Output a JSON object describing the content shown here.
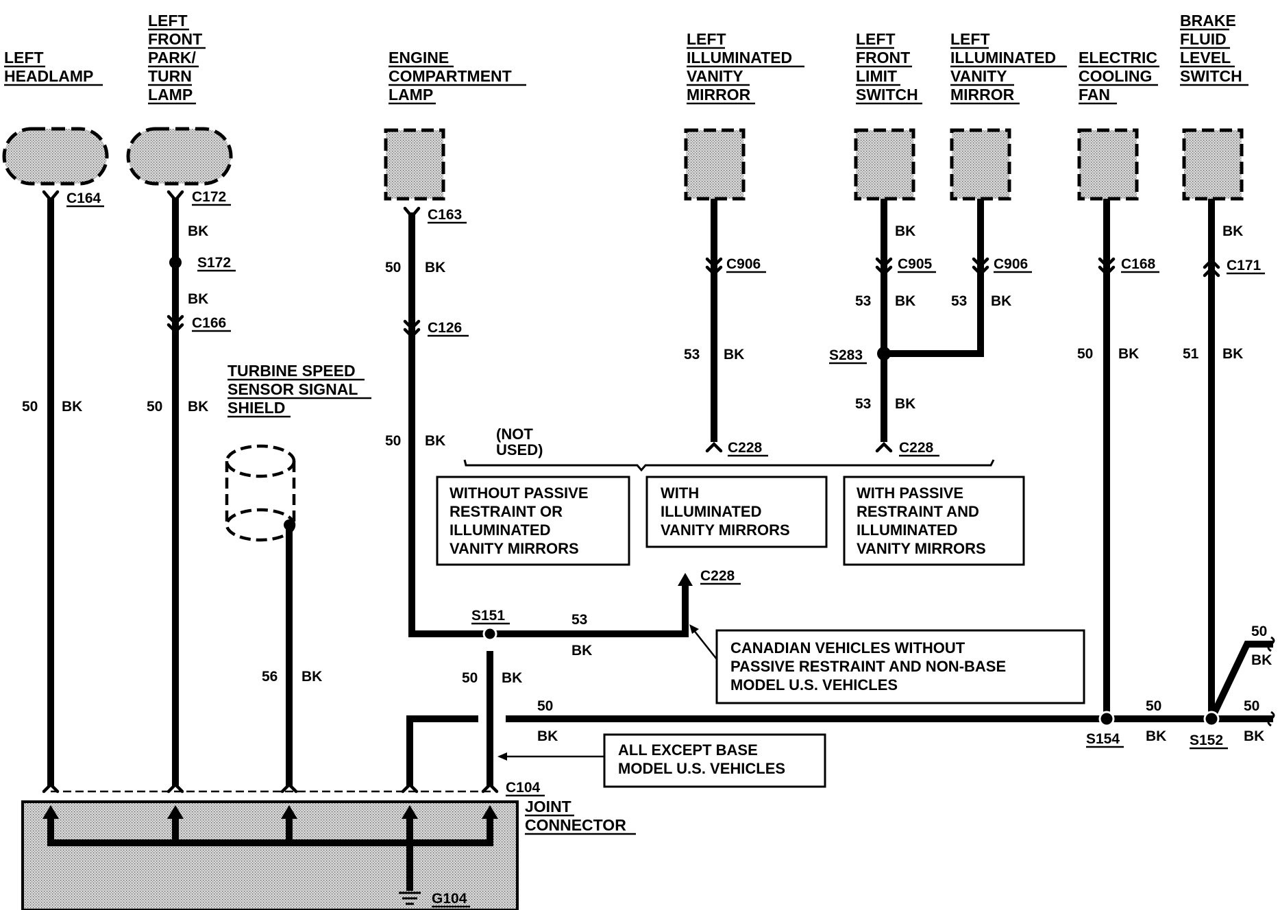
{
  "components": {
    "left_headlamp": [
      "LEFT",
      "HEADLAMP"
    ],
    "left_front_park_turn_lamp": [
      "LEFT",
      "FRONT",
      "PARK/",
      "TURN",
      "LAMP"
    ],
    "engine_compartment_lamp": [
      "ENGINE",
      "COMPARTMENT",
      "LAMP"
    ],
    "left_illuminated_vanity_mirror_1": [
      "LEFT",
      "ILLUMINATED",
      "VANITY",
      "MIRROR"
    ],
    "left_front_limit_switch": [
      "LEFT",
      "FRONT",
      "LIMIT",
      "SWITCH"
    ],
    "left_illuminated_vanity_mirror_2": [
      "LEFT",
      "ILLUMINATED",
      "VANITY",
      "MIRROR"
    ],
    "electric_cooling_fan": [
      "ELECTRIC",
      "COOLING",
      "FAN"
    ],
    "brake_fluid_level_switch": [
      "BRAKE",
      "FLUID",
      "LEVEL",
      "SWITCH"
    ],
    "turbine_speed_sensor_shield": [
      "TURBINE SPEED",
      "SENSOR SIGNAL",
      "SHIELD"
    ],
    "joint_connector": [
      "JOINT",
      "CONNECTOR"
    ]
  },
  "connectors": {
    "c164": "C164",
    "c172": "C172",
    "c166": "C166",
    "c163": "C163",
    "c126": "C126",
    "c906a": "C906",
    "c905": "C905",
    "c906b": "C906",
    "c168": "C168",
    "c171": "C171",
    "c228a": "C228",
    "c228b": "C228",
    "c228c": "C228",
    "c104": "C104",
    "g104": "G104"
  },
  "splices": {
    "s172": "S172",
    "s283": "S283",
    "s151": "S151",
    "s154": "S154",
    "s152": "S152"
  },
  "wires": {
    "bk": "BK",
    "circuit_50": "50",
    "circuit_51": "51",
    "circuit_53": "53",
    "circuit_56": "56"
  },
  "notes": {
    "not_used": [
      "(NOT",
      "USED)"
    ],
    "without_passive": [
      "WITHOUT PASSIVE",
      "RESTRAINT OR",
      "ILLUMINATED",
      "VANITY MIRRORS"
    ],
    "with_illuminated": [
      "WITH",
      "ILLUMINATED",
      "VANITY MIRRORS"
    ],
    "with_passive": [
      "WITH PASSIVE",
      "RESTRAINT AND",
      "ILLUMINATED",
      "VANITY MIRRORS"
    ],
    "canadian": [
      "CANADIAN VEHICLES WITHOUT",
      "PASSIVE RESTRAINT AND NON-BASE",
      "MODEL U.S. VEHICLES"
    ],
    "all_except": [
      "ALL EXCEPT BASE",
      "MODEL U.S. VEHICLES"
    ]
  },
  "colors": {
    "ink": "#000000",
    "background": "#ffffff",
    "fill_gray": "#d4d4d4"
  }
}
